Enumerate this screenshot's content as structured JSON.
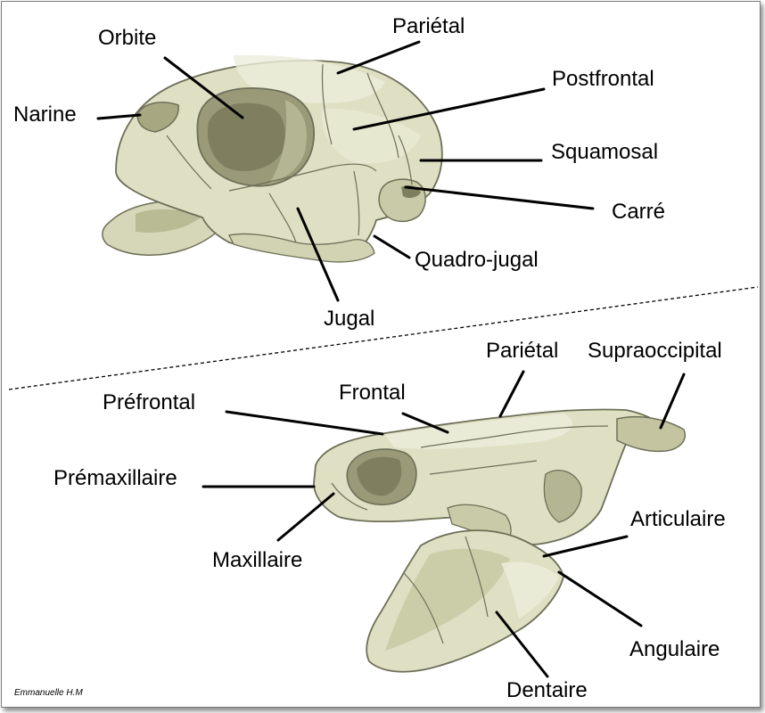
{
  "top_skull": {
    "labels": {
      "parietal": "Pariétal",
      "orbite": "Orbite",
      "postfrontal": "Postfrontal",
      "narine": "Narine",
      "squamosal": "Squamosal",
      "carre": "Carré",
      "quadrojugal": "Quadro-jugal",
      "jugal": "Jugal"
    }
  },
  "bottom_skull": {
    "labels": {
      "parietal": "Pariétal",
      "supraoccipital": "Supraoccipital",
      "prefrontal": "Préfrontal",
      "frontal": "Frontal",
      "premaxillaire": "Prémaxillaire",
      "maxillaire": "Maxillaire",
      "articulaire": "Articulaire",
      "angulaire": "Angulaire",
      "dentaire": "Dentaire"
    }
  },
  "credit": "Emmanuelle H.M",
  "colors": {
    "bone": "#dedfc3",
    "bone_light": "#eceddb",
    "bone_dark": "#b9bb95",
    "cavity": "#8e8e6e",
    "outline": "#6e6f58",
    "line": "#000000"
  }
}
